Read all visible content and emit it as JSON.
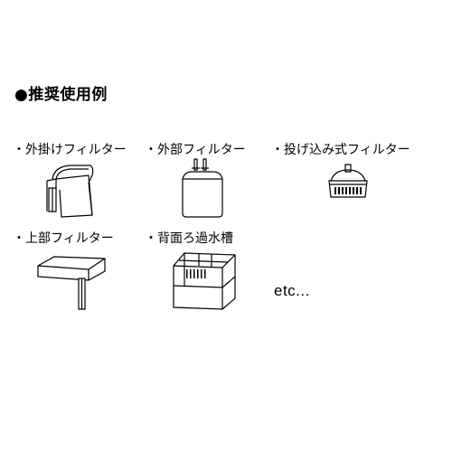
{
  "heading": "●推奨使用例",
  "items": [
    {
      "label": "・外掛けフィルター",
      "icon": "hang-on-back-filter-icon"
    },
    {
      "label": "・外部フィルター",
      "icon": "canister-filter-icon"
    },
    {
      "label": "・投げ込み式フィルター",
      "icon": "submersible-filter-icon"
    },
    {
      "label": "・上部フィルター",
      "icon": "top-filter-icon"
    },
    {
      "label": "・背面ろ過水槽",
      "icon": "rear-filtration-tank-icon"
    }
  ],
  "etc": "etc..."
}
